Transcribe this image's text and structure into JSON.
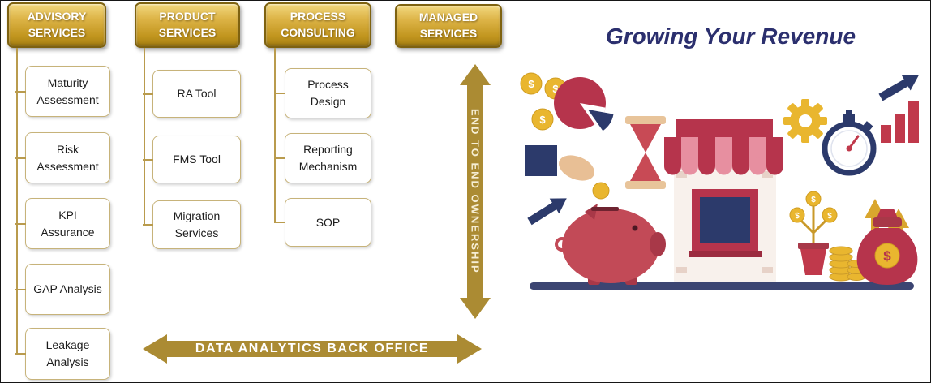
{
  "columns": [
    {
      "header": "ADVISORY SERVICES",
      "items": [
        "Maturity Assessment",
        "Risk Assessment",
        "KPI Assurance",
        "GAP Analysis",
        "Leakage Analysis"
      ]
    },
    {
      "header": "PRODUCT SERVICES",
      "items": [
        "RA Tool",
        "FMS Tool",
        "Migration Services"
      ]
    },
    {
      "header": "PROCESS CONSULTING",
      "items": [
        "Process Design",
        "Reporting Mechanism",
        "SOP"
      ]
    },
    {
      "header": "MANAGED SERVICES",
      "items": []
    }
  ],
  "arrows": {
    "vertical_label": "END TO END OWNERSHIP",
    "horizontal_label": "DATA ANALYTICS BACK OFFICE"
  },
  "illustration": {
    "title": "Growing Your Revenue",
    "dollar_sign": "$"
  },
  "colors": {
    "header_gold": "#c9a227",
    "arrow_gold": "#ab8b33",
    "box_border": "#c7b37a",
    "connector": "#b99b4d",
    "title_navy": "#2b2f6e",
    "illustration_maroon": "#b6344c",
    "illustration_pink": "#e78fa0",
    "illustration_navy": "#2c3a6b",
    "illustration_gold": "#e9b62f",
    "illustration_red": "#c84a55"
  }
}
